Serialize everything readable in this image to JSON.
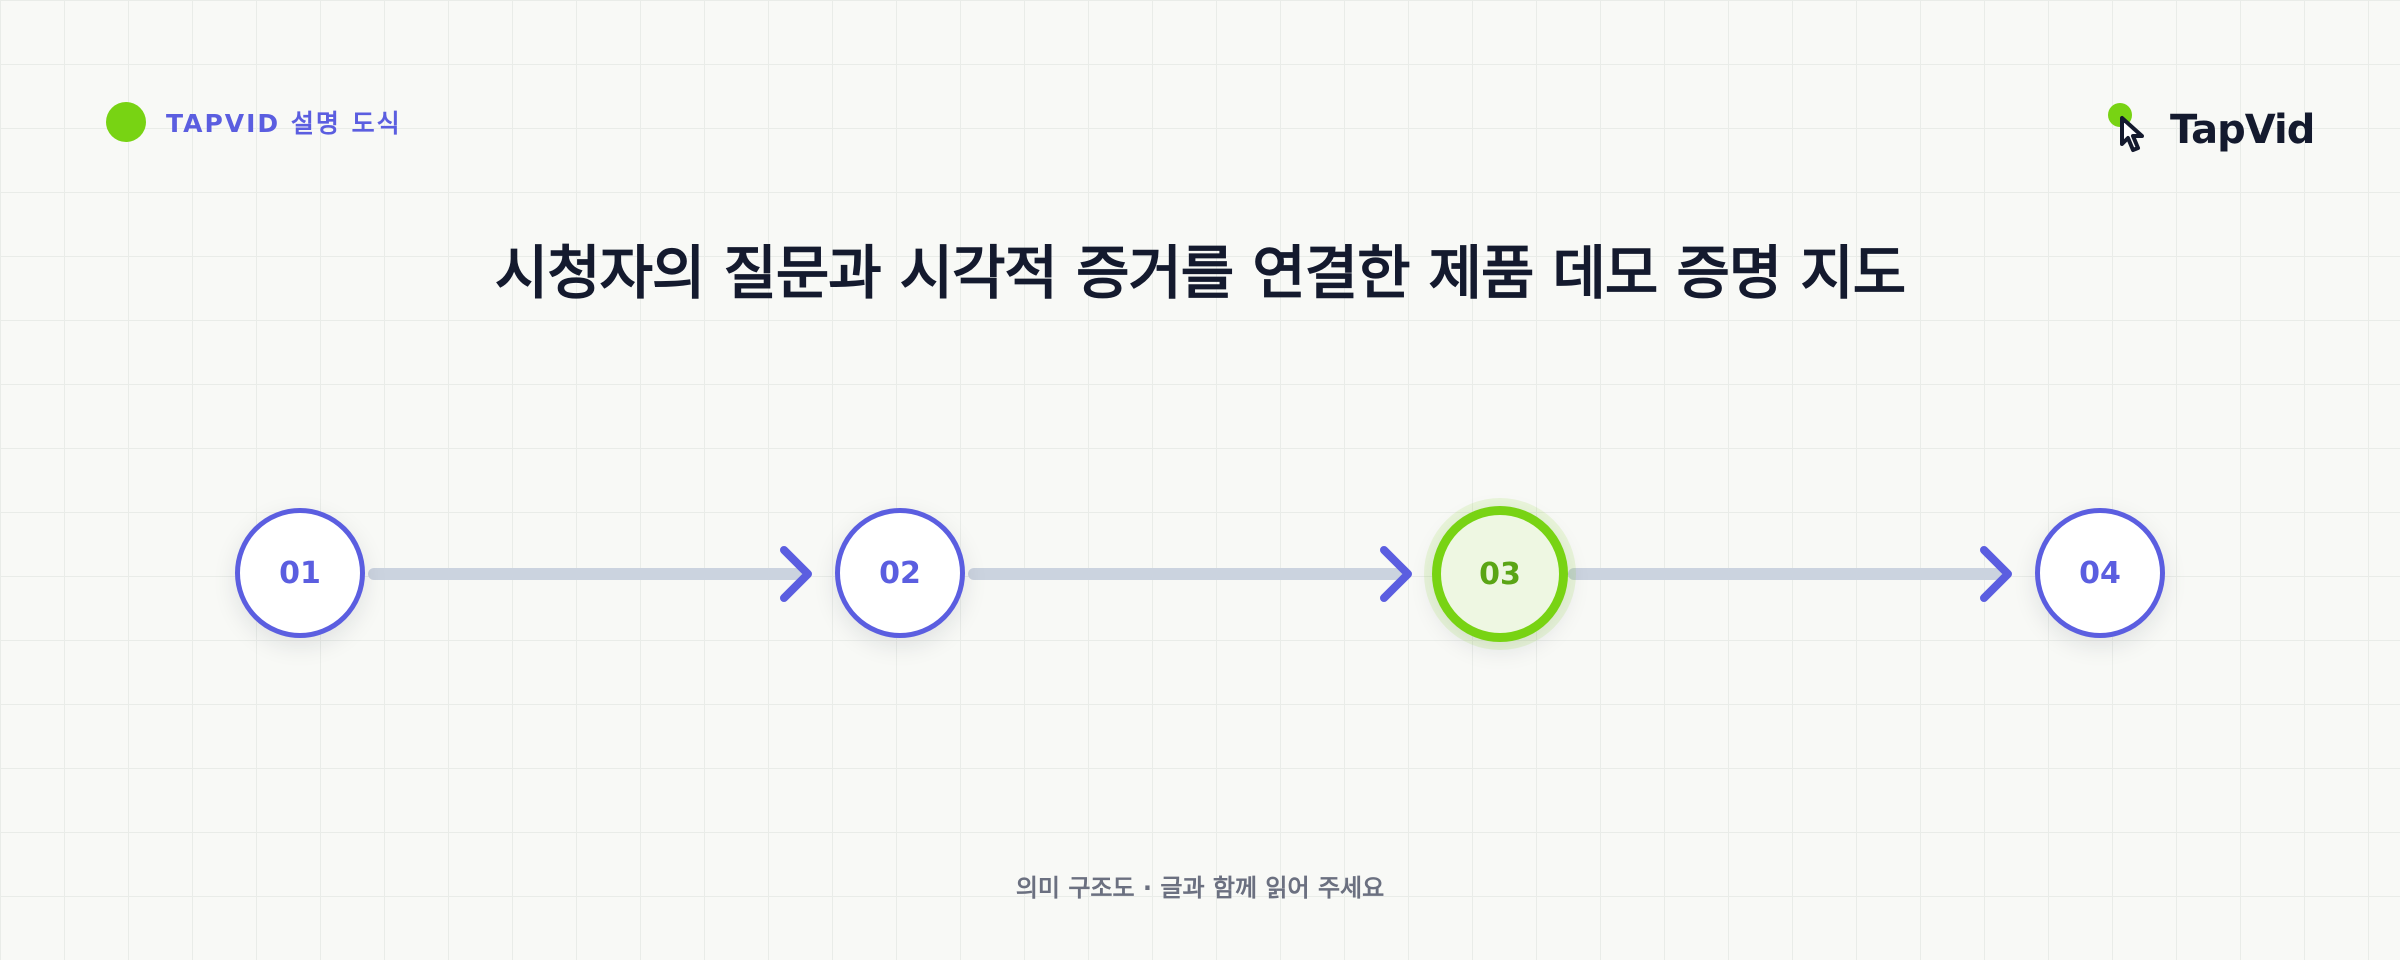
{
  "header": {
    "tag_label": "TAPVID 설명 도식",
    "brand_name": "TapVid",
    "title": "시청자의 질문과 시각적 증거를 연결한 제품 데모 증명 지도"
  },
  "steps": [
    {
      "label": "01",
      "active": false
    },
    {
      "label": "02",
      "active": false
    },
    {
      "label": "03",
      "active": true
    },
    {
      "label": "04",
      "active": false
    }
  ],
  "footer": {
    "caption": "의미 구조도 · 글과 함께 읽어 주세요"
  },
  "colors": {
    "accent_green": "#78d313",
    "accent_purple": "#5b5ee0",
    "connector": "#cbd3df",
    "text_dark": "#141a2e",
    "text_muted": "#6b7080"
  },
  "icons": {
    "brand": "hand-pointer-icon",
    "tag": "dot-icon"
  }
}
